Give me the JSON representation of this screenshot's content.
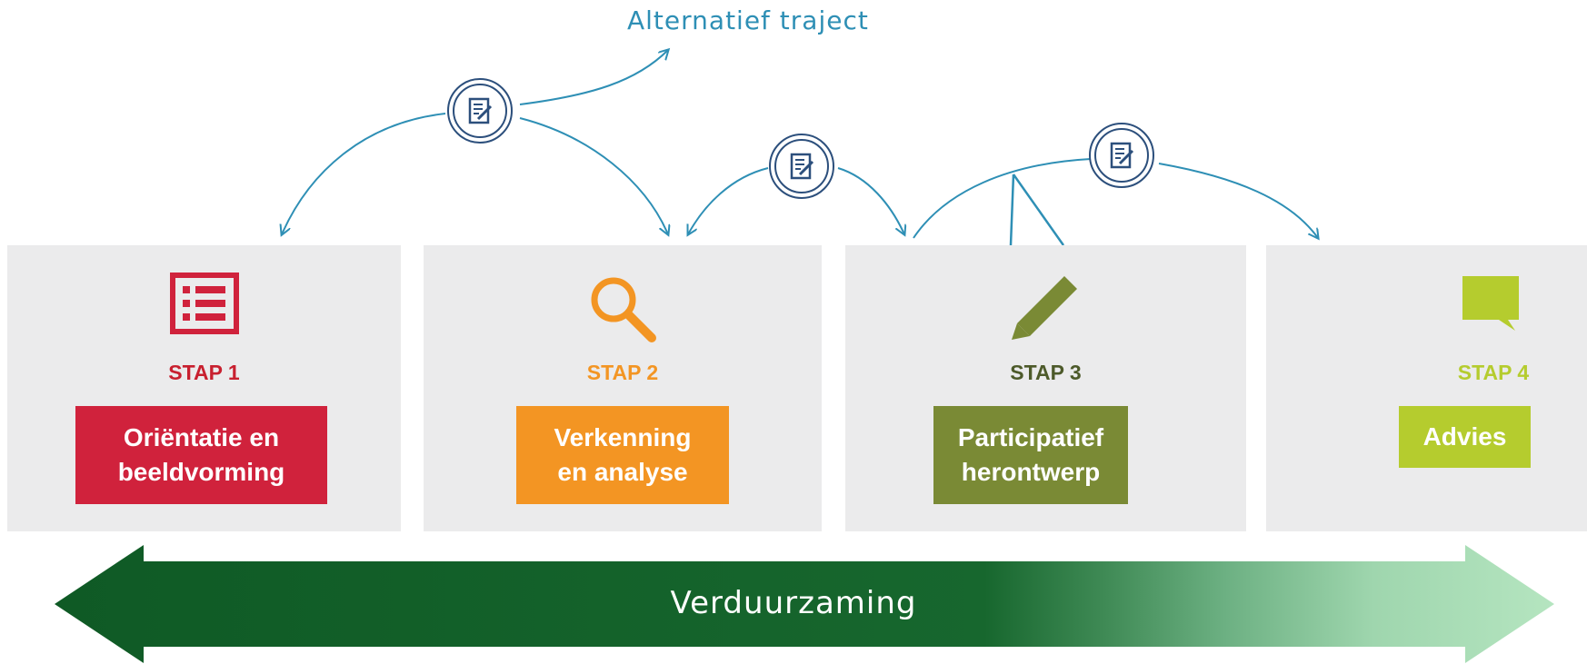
{
  "alternative_path": {
    "label": "Alternatief traject"
  },
  "steps": [
    {
      "label": "STAP 1",
      "title": "Oriëntatie en\nbeeldvorming",
      "color": "#d0223c",
      "icon": "list-icon"
    },
    {
      "label": "STAP 2",
      "title": "Verkenning\nen analyse",
      "color": "#f39523",
      "icon": "search-icon"
    },
    {
      "label": "STAP 3",
      "title": "Participatief\nherontwerp",
      "color": "#7a8a35",
      "icon": "pencil-icon"
    },
    {
      "label": "STAP 4",
      "title": "Advies",
      "color": "#b5cc2e",
      "icon": "speech-bubble-icon"
    }
  ],
  "step_label_colors": [
    "#c8202f",
    "#f39523",
    "#4d5a2a",
    "#b5cc2e"
  ],
  "connector_icon": "document-edit-icon",
  "connector_color": "#2e8fb5",
  "sustainability_arrow": {
    "label": "Verduurzaming",
    "color_dark": "#0f5a25",
    "color_light": "#b5e5c0"
  }
}
